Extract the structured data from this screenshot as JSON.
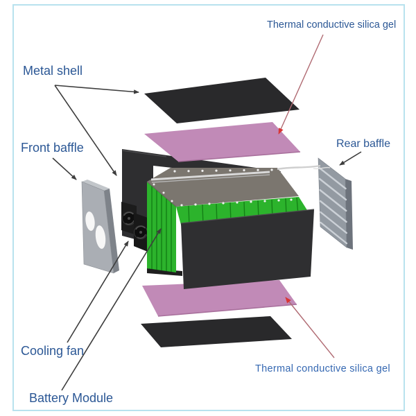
{
  "labels": {
    "thermal_top": "Thermal conductive silica gel",
    "metal_shell": "Metal shell",
    "front_baffle": "Front baffle",
    "rear_baffle": "Rear baffle",
    "cooling_fan": "Cooling fan",
    "battery_module": "Battery Module",
    "thermal_bottom": "Thermal conductive silica gel"
  },
  "colors": {
    "frame_border": "#b8e2ee",
    "label_blue": "#2b5795",
    "label_blue_alt": "#3568b2",
    "arrow_black": "#3d3d3d",
    "leader_red": "#b06a72",
    "arrow_red": "#d93535",
    "plate_black": "#29292b",
    "pad_pink": "#c18ab7",
    "pad_pink_edge": "#a8709c",
    "shell_dark": "#2e2e30",
    "panel_dark": "#2f2f31",
    "module_green": "#2cb32c",
    "module_green_dark": "#147f16",
    "lid_gray": "#7b766f",
    "lid_edge": "#5f5b56",
    "baffle_face": "#aaaeb4",
    "baffle_side": "#7e838a",
    "baffle_top": "#c2c6ca",
    "rear_face": "#939aa2",
    "rear_side": "#6d737c",
    "slat_light": "#ccd1d7",
    "fan_black": "#1c1c1c",
    "fan_hub": "#0e0e0e",
    "screw_white": "#f0f0f0",
    "rail_silver": "#d9d9d9",
    "cable_gray": "#cfcfcf",
    "hole_white": "#f7f7f7"
  }
}
